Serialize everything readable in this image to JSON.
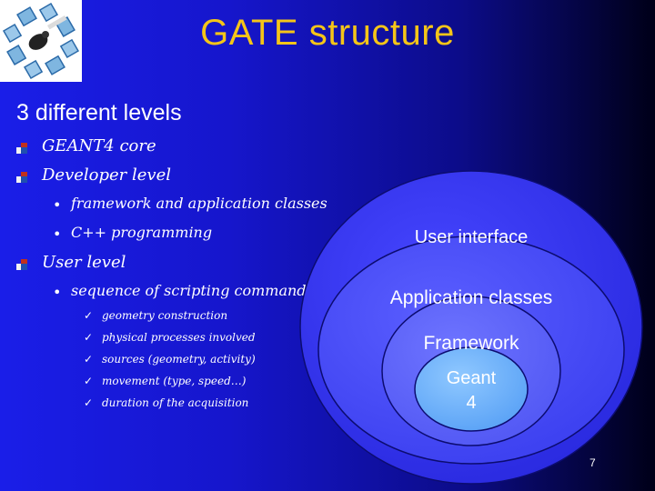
{
  "slide": {
    "title": "GATE structure",
    "subtitle": "3 different levels",
    "page_number": "7"
  },
  "levels": [
    {
      "label": "GEANT4 core",
      "items": []
    },
    {
      "label": "Developer level",
      "items": [
        {
          "label": "framework and application classes",
          "subitems": []
        },
        {
          "label": "C++ programming",
          "subitems": []
        }
      ]
    },
    {
      "label": "User level",
      "items": [
        {
          "label": "sequence of scripting commands",
          "subitems": [
            "geometry construction",
            "physical processes involved",
            "sources (geometry, activity)",
            "movement (type, speed…)",
            "duration of the acquisition"
          ]
        }
      ]
    }
  ],
  "diagram": {
    "layers": [
      {
        "label": "User interface",
        "color": "#3a3af0"
      },
      {
        "label": "Application classes",
        "color": "#4a4ef5"
      },
      {
        "label": "Framework",
        "color": "#5e64f8"
      },
      {
        "label": "Geant 4",
        "line1": "Geant",
        "line2": "4",
        "color": "#72b4ff"
      }
    ]
  },
  "colors": {
    "title": "#f5c518",
    "background_left": "#1a1ee8",
    "background_right": "#000018"
  },
  "icons": {
    "logo": "gate-logo-icon",
    "level_bullet": "stacked-squares-icon",
    "item_bullet": "dot-icon",
    "subitem_bullet": "checkmark-icon"
  }
}
